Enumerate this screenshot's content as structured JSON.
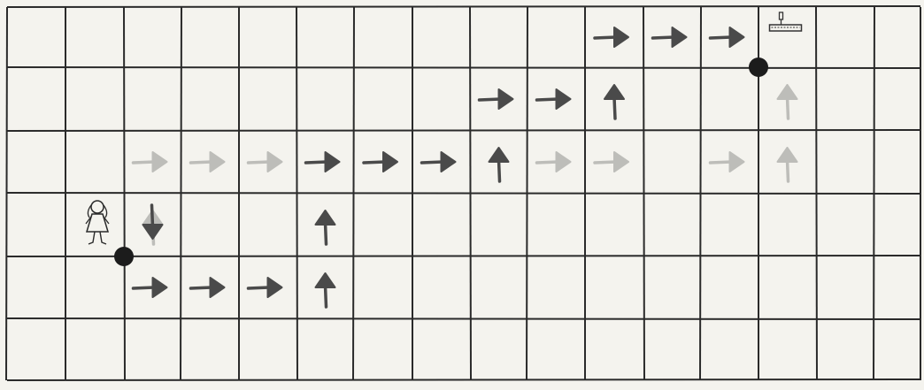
{
  "grid": {
    "columns": 16,
    "rows": 6,
    "line_color": "#2a2a2a",
    "paper_color": "#f4f3ee"
  },
  "characters": [
    {
      "name": "girl",
      "icon": "girl-figure-icon",
      "cell": [
        1,
        3
      ]
    },
    {
      "name": "house",
      "icon": "house-sign-icon",
      "cell": [
        13,
        0
      ]
    }
  ],
  "dots": [
    {
      "name": "start-dot",
      "corner": [
        2,
        4
      ]
    },
    {
      "name": "end-dot",
      "corner": [
        13,
        1
      ]
    }
  ],
  "dark_arrows": [
    {
      "cell": [
        2,
        3
      ],
      "dir": "down"
    },
    {
      "cell": [
        2,
        4
      ],
      "dir": "right"
    },
    {
      "cell": [
        3,
        4
      ],
      "dir": "right"
    },
    {
      "cell": [
        4,
        4
      ],
      "dir": "right"
    },
    {
      "cell": [
        5,
        4
      ],
      "dir": "up"
    },
    {
      "cell": [
        5,
        3
      ],
      "dir": "up"
    },
    {
      "cell": [
        5,
        2
      ],
      "dir": "right"
    },
    {
      "cell": [
        6,
        2
      ],
      "dir": "right"
    },
    {
      "cell": [
        7,
        2
      ],
      "dir": "right"
    },
    {
      "cell": [
        8,
        2
      ],
      "dir": "up"
    },
    {
      "cell": [
        8,
        1
      ],
      "dir": "right"
    },
    {
      "cell": [
        9,
        1
      ],
      "dir": "right"
    },
    {
      "cell": [
        10,
        1
      ],
      "dir": "up"
    },
    {
      "cell": [
        10,
        0
      ],
      "dir": "right"
    },
    {
      "cell": [
        11,
        0
      ],
      "dir": "right"
    },
    {
      "cell": [
        12,
        0
      ],
      "dir": "right"
    }
  ],
  "faint_arrows": [
    {
      "cell": [
        2,
        3
      ],
      "dir": "up"
    },
    {
      "cell": [
        2,
        2
      ],
      "dir": "right"
    },
    {
      "cell": [
        3,
        2
      ],
      "dir": "right"
    },
    {
      "cell": [
        4,
        2
      ],
      "dir": "right"
    },
    {
      "cell": [
        9,
        2
      ],
      "dir": "right"
    },
    {
      "cell": [
        10,
        2
      ],
      "dir": "right"
    },
    {
      "cell": [
        12,
        2
      ],
      "dir": "right"
    },
    {
      "cell": [
        13,
        1
      ],
      "dir": "up"
    },
    {
      "cell": [
        13,
        2
      ],
      "dir": "up"
    }
  ],
  "colors": {
    "dark_arrow": "#4a4a4a",
    "faint_arrow": "#b4b4b0",
    "dot": "#1c1c1c"
  }
}
